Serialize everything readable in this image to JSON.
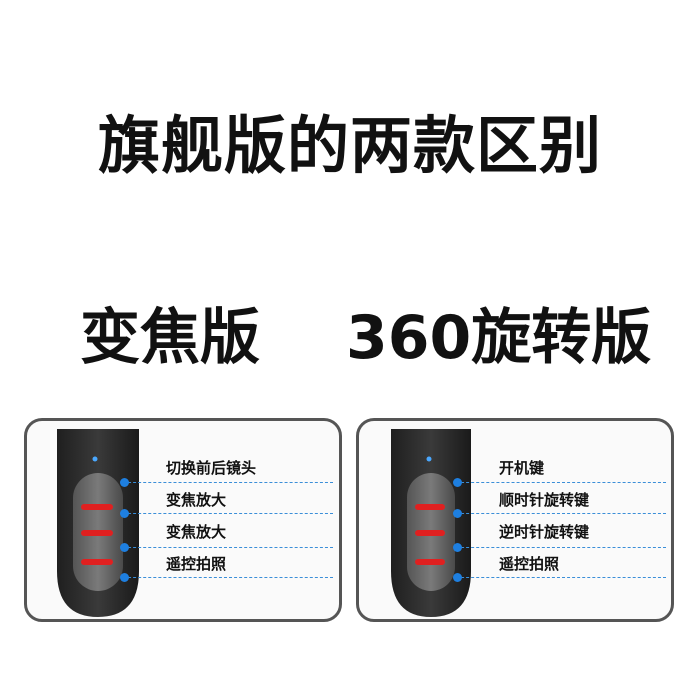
{
  "title": "旗舰版的两款区别",
  "versions": {
    "left": {
      "name": "变焦版",
      "labels": [
        "切换前后镜头",
        "变焦放大",
        "变焦放大",
        "遥控拍照"
      ]
    },
    "right": {
      "name": "360旋转版",
      "labels": [
        "开机键",
        "顺时针旋转键",
        "逆时针旋转键",
        "遥控拍照"
      ]
    }
  },
  "colors": {
    "accent": "#1e7fe0",
    "button_light": "#e02020",
    "remote_body": "#2b2b2b"
  }
}
